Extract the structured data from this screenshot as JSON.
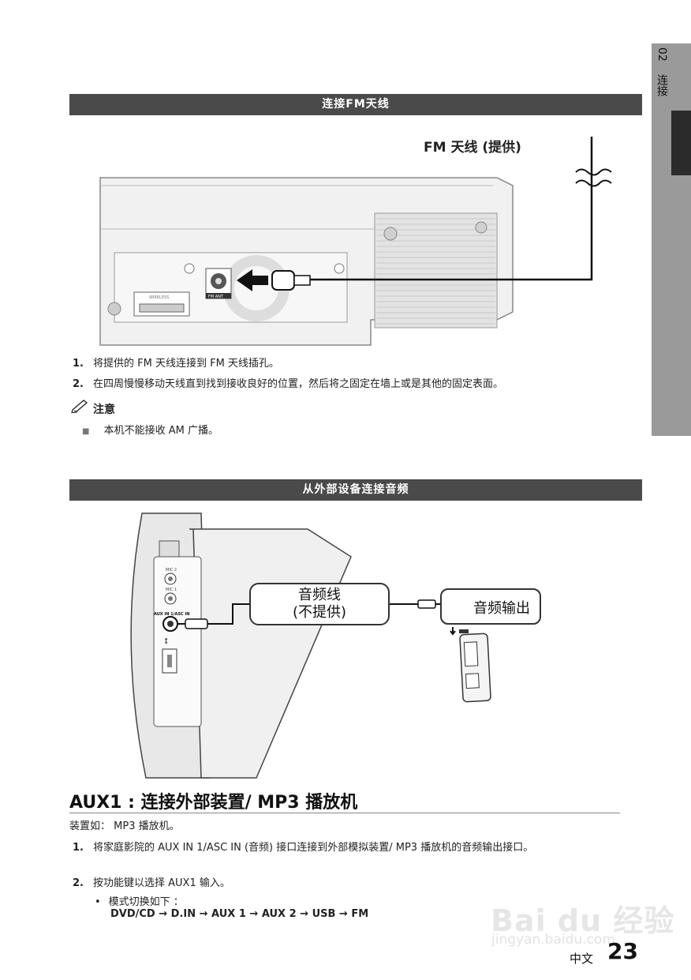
{
  "side_tab": {
    "chapter": "02",
    "label": "连接"
  },
  "fm_section": {
    "bar_title": "连接FM天线",
    "antenna_label": "FM 天线 (提供)",
    "jack_label": "FM ANT",
    "wireless_label": "WIRELESS",
    "steps": [
      {
        "num": "1.",
        "text": "将提供的 FM 天线连接到 FM 天线插孔。"
      },
      {
        "num": "2.",
        "text": "在四周慢慢移动天线直到找到接收良好的位置，然后将之固定在墙上或是其他的固定表面。"
      }
    ],
    "note_title": "注意",
    "note_items": [
      "本机不能接收 AM 广播。"
    ]
  },
  "audio_section": {
    "bar_title": "从外部设备连接音频",
    "cable_label_line1": "音频线",
    "cable_label_line2": "(不提供)",
    "output_label": "音频输出",
    "panel_labels": [
      "MIC 2",
      "MIC 1",
      "AUX IN 1/ASC IN"
    ]
  },
  "aux_section": {
    "title": "AUX1 : 连接外部装置/ MP3 播放机",
    "example": "装置如： MP3 播放机。",
    "steps": [
      {
        "num": "1.",
        "text": "将家庭影院的 AUX IN 1/ASC IN (音频) 接口连接到外部模拟装置/ MP3 播放机的音频输出接口。"
      },
      {
        "num": "2.",
        "text": "按功能键以选择 AUX1 输入。"
      }
    ],
    "sub_bullet": "模式切换如下 ：",
    "sequence": "DVD/CD → D.IN → AUX 1 → AUX 2 → USB  → FM"
  },
  "footer": {
    "language": "中文",
    "page_number": "23"
  },
  "watermark": {
    "brand": "Bai du 经验",
    "url": "jingyan.baidu.com"
  }
}
